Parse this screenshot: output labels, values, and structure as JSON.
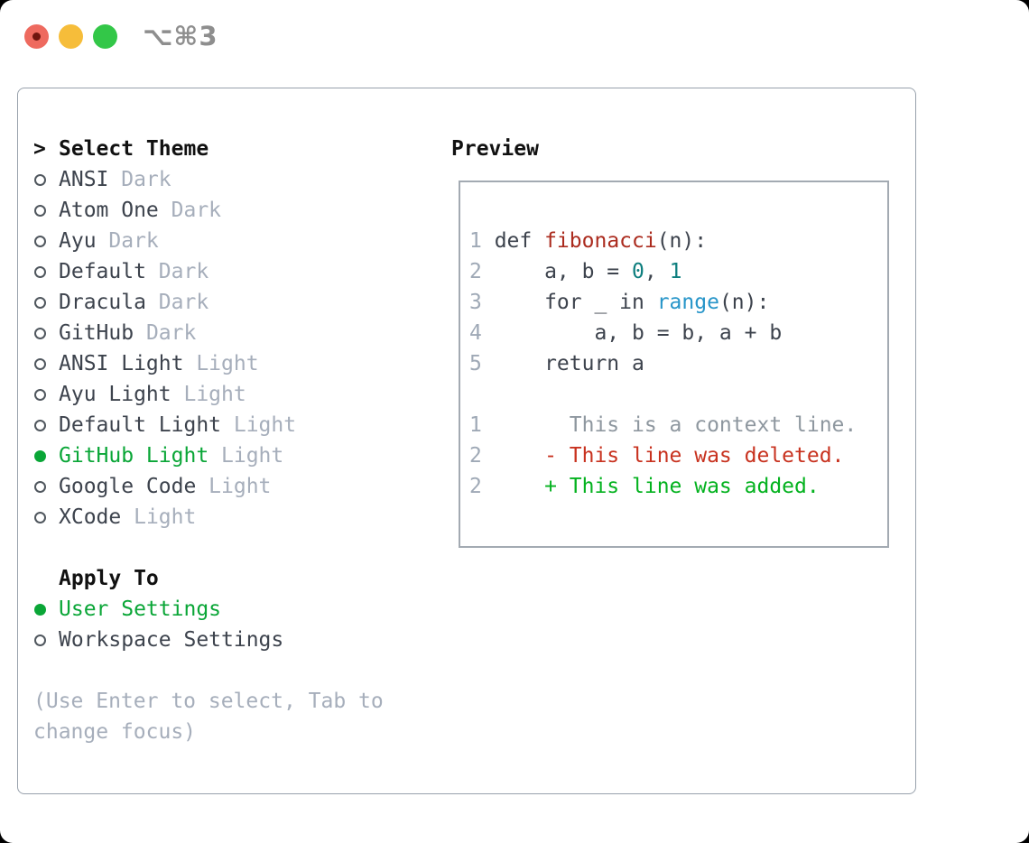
{
  "window": {
    "title": "⌥⌘3"
  },
  "traffic_lights": [
    {
      "icon": "close-icon",
      "has_modified_dot": true
    },
    {
      "icon": "minimize-icon",
      "has_modified_dot": false
    },
    {
      "icon": "maximize-icon",
      "has_modified_dot": false
    }
  ],
  "theme_picker": {
    "header": {
      "prefix": ">",
      "label": "Select Theme"
    },
    "themes": [
      {
        "name": "ANSI",
        "variant": "Dark",
        "selected": false
      },
      {
        "name": "Atom One",
        "variant": "Dark",
        "selected": false
      },
      {
        "name": "Ayu",
        "variant": "Dark",
        "selected": false
      },
      {
        "name": "Default",
        "variant": "Dark",
        "selected": false
      },
      {
        "name": "Dracula",
        "variant": "Dark",
        "selected": false
      },
      {
        "name": "GitHub",
        "variant": "Dark",
        "selected": false
      },
      {
        "name": "ANSI Light",
        "variant": "Light",
        "selected": false
      },
      {
        "name": "Ayu Light",
        "variant": "Light",
        "selected": false
      },
      {
        "name": "Default Light",
        "variant": "Light",
        "selected": false
      },
      {
        "name": "GitHub Light",
        "variant": "Light",
        "selected": true
      },
      {
        "name": "Google Code",
        "variant": "Light",
        "selected": false
      },
      {
        "name": "XCode",
        "variant": "Light",
        "selected": false
      }
    ],
    "apply_to": {
      "label": "Apply To",
      "options": [
        {
          "name": "User Settings",
          "selected": true
        },
        {
          "name": "Workspace Settings",
          "selected": false
        }
      ]
    },
    "hint_lines": [
      "(Use Enter to select, Tab to",
      "change focus)"
    ]
  },
  "preview": {
    "title": "Preview",
    "code_lines": [
      {
        "num": "1",
        "segments": [
          {
            "text": "def ",
            "color": "code"
          },
          {
            "text": "fibonacci",
            "color": "function"
          },
          {
            "text": "(n):",
            "color": "code"
          }
        ]
      },
      {
        "num": "2",
        "segments": [
          {
            "text": "    a, b = ",
            "color": "code"
          },
          {
            "text": "0",
            "color": "number"
          },
          {
            "text": ", ",
            "color": "code"
          },
          {
            "text": "1",
            "color": "number"
          }
        ]
      },
      {
        "num": "3",
        "segments": [
          {
            "text": "    for _ in ",
            "color": "code"
          },
          {
            "text": "range",
            "color": "builtin"
          },
          {
            "text": "(n):",
            "color": "code"
          }
        ]
      },
      {
        "num": "4",
        "segments": [
          {
            "text": "        a, b = b, a + b",
            "color": "code"
          }
        ]
      },
      {
        "num": "5",
        "segments": [
          {
            "text": "    return a",
            "color": "code"
          }
        ]
      },
      {
        "num": "",
        "segments": []
      },
      {
        "num": "1",
        "segments": [
          {
            "text": "      This is a context line.",
            "color": "context"
          }
        ]
      },
      {
        "num": "2",
        "segments": [
          {
            "text": "    - This line was deleted.",
            "color": "deleted"
          }
        ]
      },
      {
        "num": "2",
        "segments": [
          {
            "text": "    + This line was added.",
            "color": "added"
          }
        ]
      }
    ]
  },
  "colors": {
    "light-close": "#ee6a5f",
    "light-min": "#f6bd3a",
    "light-max": "#33c748",
    "close-dot": "#6f150e",
    "title-gray": "#8e8e8e",
    "border-panel": "#98a1ac",
    "border-preview": "#a3aab2",
    "heading": "#111111",
    "text-dark": "#3d434d",
    "gray-muted": "#a6aebb",
    "green-selected": "#0aa637",
    "radio-ring": "#50575e",
    "line-num": "#9fa9b6",
    "code-fg": "#3d434d",
    "code-function": "#ab2b1e",
    "code-number": "#0d7e7e",
    "code-builtin": "#2795c9",
    "diff-context": "#8e979f",
    "diff-deleted": "#c8321f",
    "diff-added": "#04b21f"
  }
}
